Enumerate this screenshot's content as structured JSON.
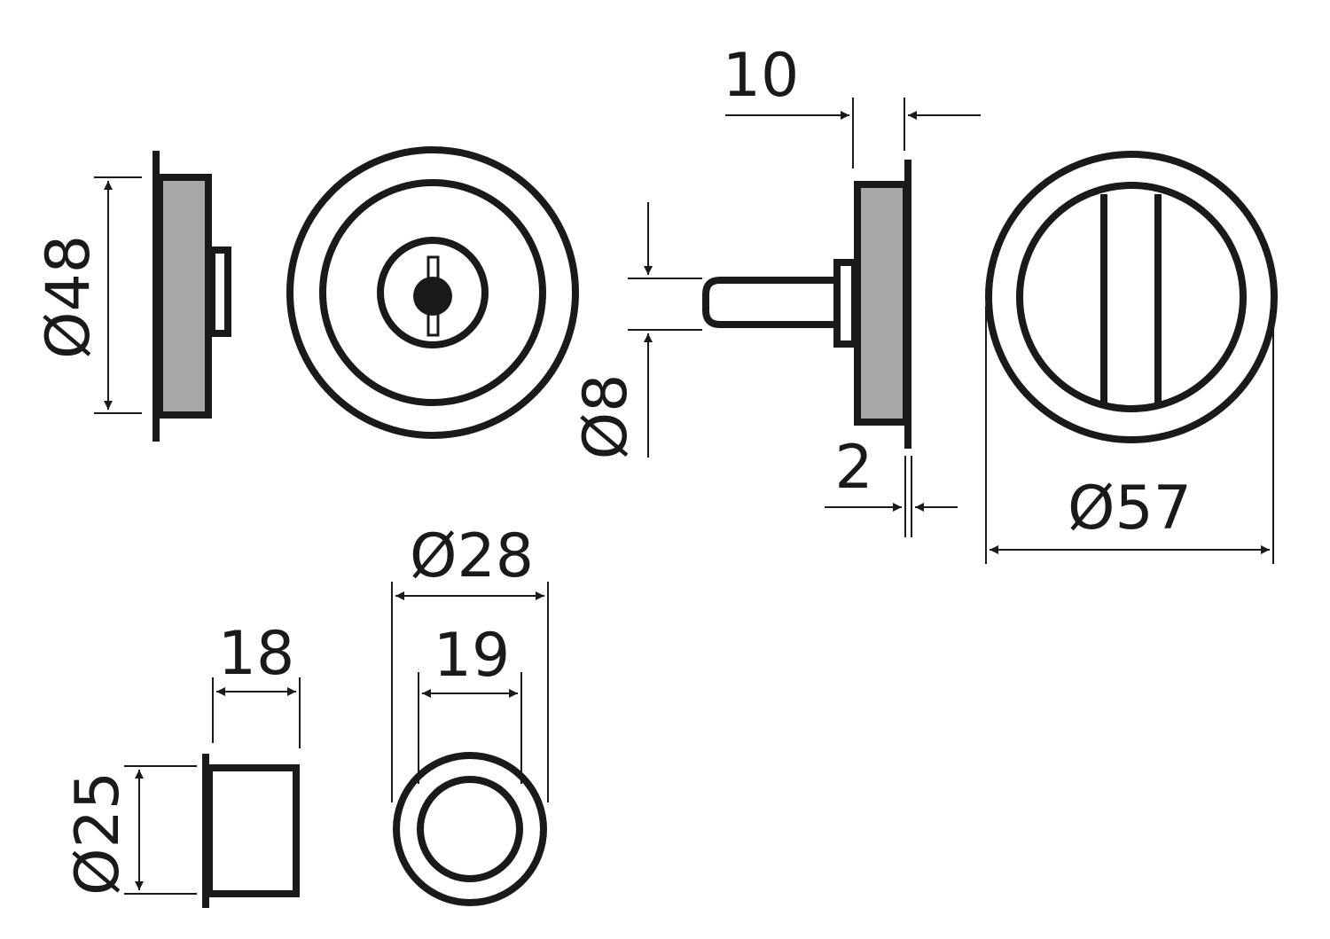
{
  "colors": {
    "line": "#1a1a1a",
    "shaded_fill": "#a8a8a8",
    "background": "#ffffff"
  },
  "dimensions": {
    "d48": "Ø48",
    "d8": "Ø8",
    "w10": "10",
    "w2": "2",
    "d57": "Ø57",
    "d28": "Ø28",
    "d19": "19",
    "w18": "18",
    "d25": "Ø25"
  }
}
